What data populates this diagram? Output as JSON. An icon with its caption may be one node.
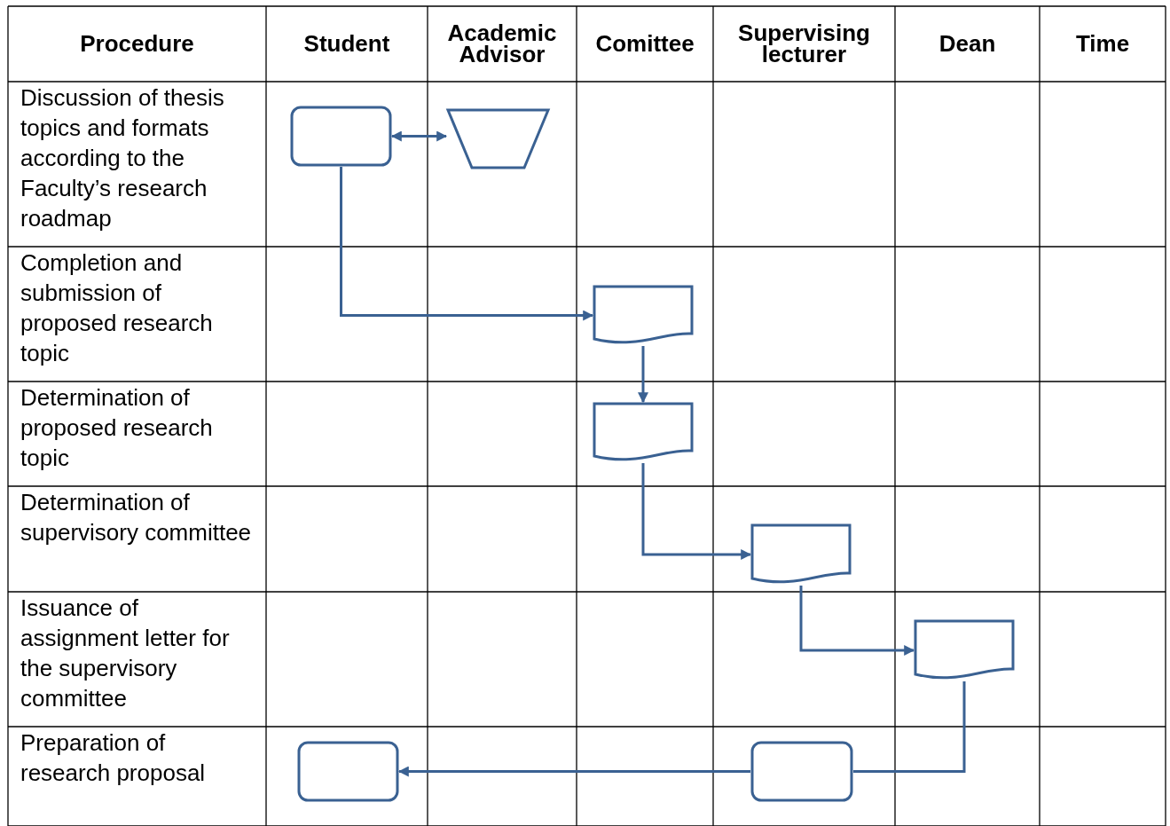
{
  "diagram": {
    "nodes": [
      {
        "text": [],
        "shape": "box"
      },
      {
        "text": [],
        "shape": "trapezoid"
      },
      {
        "text": [],
        "shape": "document"
      },
      {
        "text": [],
        "shape": "document"
      },
      {
        "text": [],
        "shape": "document"
      },
      {
        "text": [],
        "shape": "document"
      },
      {
        "text": [],
        "shape": "box"
      },
      {
        "text": [],
        "shape": "box"
      }
    ],
    "edges": [
      {
        "from": 0,
        "to": 1,
        "arrow": "both"
      },
      {
        "from": 0,
        "to": 2,
        "arrow": "to"
      },
      {
        "from": 2,
        "to": 3,
        "arrow": "to"
      },
      {
        "from": 3,
        "to": 4,
        "arrow": "to"
      },
      {
        "from": 4,
        "to": 5,
        "arrow": "to"
      },
      {
        "from": 5,
        "to": 6,
        "arrow": "none"
      },
      {
        "from": 6,
        "to": 7,
        "arrow": "to"
      }
    ],
    "labels": [
      "Procedure",
      "Student",
      "Academic Advisor",
      "Comittee",
      "Supervising lecturer",
      "Dean",
      "Time",
      "Discussion of thesis topics and formats according to the Faculty’s research roadmap",
      "Completion and submission of proposed research topic",
      "Determination of proposed research topic",
      "Determination of supervisory committee",
      "Issuance of assignment letter for the supervisory committee",
      "Preparation of research proposal"
    ]
  }
}
